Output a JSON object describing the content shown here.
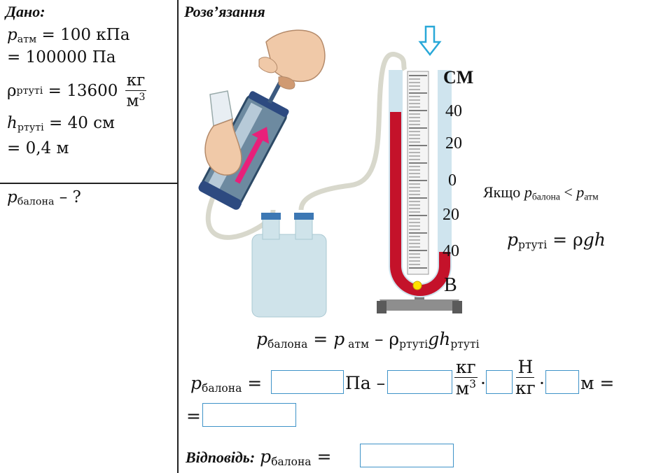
{
  "given": {
    "heading": "Дано:",
    "p_atm_symbol": "p",
    "p_atm_sub": "атм",
    "p_atm_value": " = 100 кПа",
    "p_atm_conv": "= 100000 Па",
    "rho_symbol": "ρ",
    "rho_sub": "ртуті",
    "rho_value": " = 13600 ",
    "rho_unit_num": "кг",
    "rho_unit_den": "м",
    "rho_unit_exp": "3",
    "h_symbol": "h",
    "h_sub": "ртуті",
    "h_value": " = 40 см",
    "h_conv": "= 0,4 м"
  },
  "find": {
    "symbol": "p",
    "sub": "балона",
    "suffix": " – ?"
  },
  "solution": {
    "heading": "Розв’язання",
    "figure": {
      "unit_label": "СМ",
      "scale_labels": [
        "40",
        "20",
        "0",
        "20",
        "40"
      ],
      "bottom_label": "В",
      "colors": {
        "mercury": "#c4122a",
        "arrow": "#e8207a",
        "down_arrow": "#29a8d8",
        "tube": "#cfe4ee"
      }
    },
    "condition": {
      "prefix": "Якщо ",
      "p1": "p",
      "p1_sub": "балона",
      "op": " < ",
      "p2": "p",
      "p2_sub": "атм"
    },
    "pressure_formula": {
      "lhs": "p",
      "lhs_sub": "ртуті",
      "rhs": " = ρ",
      "rhs_it": "gh"
    },
    "main_formula": {
      "lhs": "p",
      "lhs_sub": "балона",
      "eq": " = ",
      "p": "p",
      "p_sub": " атм",
      "minus": " – ρ",
      "rho_sub": "ртуті",
      "g": "gh",
      "h_sub": "ртуті"
    },
    "calc": {
      "lhs": "p",
      "lhs_sub": "балона",
      "eq": " =",
      "unit1": "Па –",
      "unit2_num": "кг",
      "unit2_den": "м",
      "unit2_exp": "3",
      "dot": "·",
      "unit3_num": "Н",
      "unit3_den": "кг",
      "unit4": "м =",
      "eq2": "=",
      "inputs": [
        "",
        "",
        "",
        "",
        ""
      ]
    },
    "answer": {
      "label": "Відповідь:",
      "p": "p",
      "p_sub": "балона",
      "eq": " =",
      "input": ""
    }
  }
}
